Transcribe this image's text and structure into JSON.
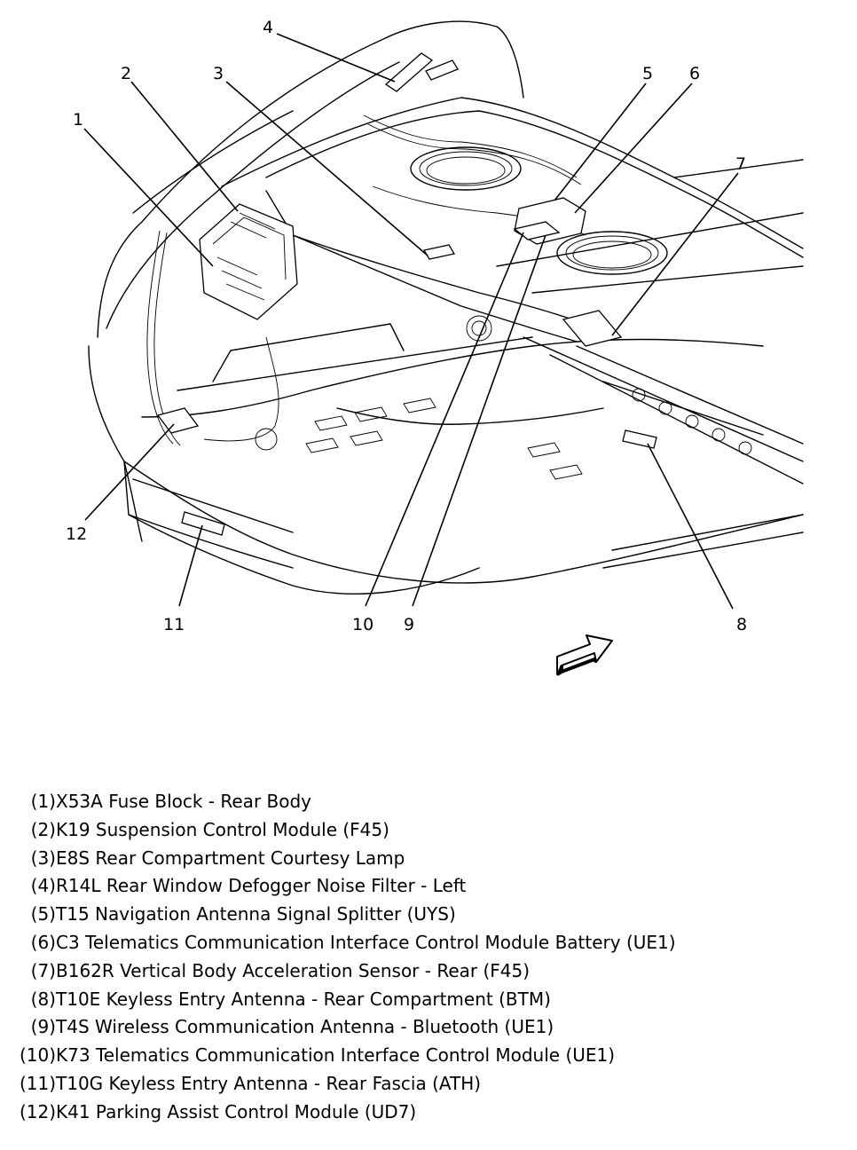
{
  "diagram": {
    "callout_labels": [
      "1",
      "2",
      "3",
      "4",
      "5",
      "6",
      "7",
      "8",
      "9",
      "10",
      "11",
      "12"
    ],
    "direction_arrow_icon": "front-direction-arrow-icon"
  },
  "legend": {
    "items": [
      {
        "number": "(1)",
        "text": "X53A Fuse Block - Rear Body"
      },
      {
        "number": "(2)",
        "text": "K19 Suspension Control Module (F45)"
      },
      {
        "number": "(3)",
        "text": "E8S Rear Compartment Courtesy Lamp"
      },
      {
        "number": "(4)",
        "text": "R14L Rear Window Defogger Noise Filter - Left"
      },
      {
        "number": "(5)",
        "text": "T15 Navigation Antenna Signal Splitter (UYS)"
      },
      {
        "number": "(6)",
        "text": "C3 Telematics Communication Interface Control Module Battery (UE1)"
      },
      {
        "number": "(7)",
        "text": "B162R Vertical Body Acceleration Sensor - Rear (F45)"
      },
      {
        "number": "(8)",
        "text": "T10E Keyless Entry Antenna - Rear Compartment (BTM)"
      },
      {
        "number": "(9)",
        "text": "T4S Wireless Communication Antenna - Bluetooth (UE1)"
      },
      {
        "number": "(10)",
        "text": "K73 Telematics Communication Interface Control Module (UE1)"
      },
      {
        "number": "(11)",
        "text": "T10G Keyless Entry Antenna - Rear Fascia (ATH)"
      },
      {
        "number": "(12)",
        "text": "K41 Parking Assist Control Module (UD7)"
      }
    ]
  }
}
